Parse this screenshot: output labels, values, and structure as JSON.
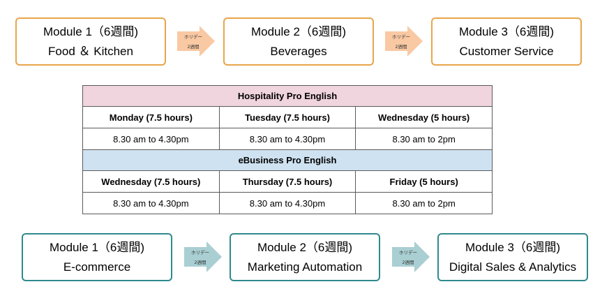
{
  "colors": {
    "top_border": "#e8a54a",
    "top_arrow": "#f9c9a3",
    "bottom_border": "#2e8a8f",
    "bottom_arrow": "#a9cfd3",
    "hospitality_header": "#f0d4de",
    "ebusiness_header": "#cfe2f1"
  },
  "top_modules": [
    {
      "title": "Module 1（6週間)",
      "subtitle": "Food ＆ Kitchen"
    },
    {
      "title": "Module 2（6週間)",
      "subtitle": "Beverages"
    },
    {
      "title": "Module 3（6週間)",
      "subtitle": "Customer Service"
    }
  ],
  "bottom_modules": [
    {
      "title": "Module 1（6週間)",
      "subtitle": "E-commerce"
    },
    {
      "title": "Module 2（6週間)",
      "subtitle": "Marketing Automation"
    },
    {
      "title": "Module 3（6週間)",
      "subtitle": "Digital Sales & Analytics"
    }
  ],
  "arrows": {
    "line1": "ホリデー",
    "line2": "2週間"
  },
  "table": {
    "hospitality": {
      "header": "Hospitality Pro English",
      "days": [
        "Monday (7.5 hours)",
        "Tuesday (7.5 hours)",
        "Wednesday (5 hours)"
      ],
      "times": [
        "8.30 am to 4.30pm",
        "8.30 am to 4.30pm",
        "8.30 am to 2pm"
      ]
    },
    "ebusiness": {
      "header": "eBusiness Pro English",
      "days": [
        "Wednesday (7.5 hours)",
        "Thursday (7.5 hours)",
        "Friday (5 hours)"
      ],
      "times": [
        "8.30 am to 4.30pm",
        "8.30 am to 4.30pm",
        "8.30 am to 2pm"
      ]
    }
  }
}
